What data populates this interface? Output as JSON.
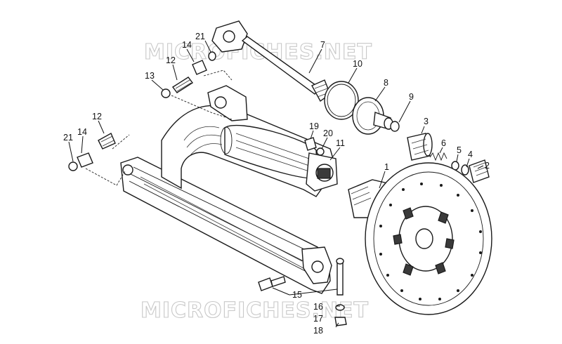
{
  "watermark": {
    "top": "MICROFICHES.NET",
    "bottom": "MICROFICHES.NET"
  },
  "callouts": [
    {
      "id": "c1",
      "label": "1"
    },
    {
      "id": "c2",
      "label": "2"
    },
    {
      "id": "c3",
      "label": "3"
    },
    {
      "id": "c4",
      "label": "4"
    },
    {
      "id": "c5",
      "label": "5"
    },
    {
      "id": "c6",
      "label": "6"
    },
    {
      "id": "c7",
      "label": "7"
    },
    {
      "id": "c8",
      "label": "8"
    },
    {
      "id": "c9",
      "label": "9"
    },
    {
      "id": "c10",
      "label": "10"
    },
    {
      "id": "c11",
      "label": "11"
    },
    {
      "id": "c12a",
      "label": "12"
    },
    {
      "id": "c12b",
      "label": "12"
    },
    {
      "id": "c13",
      "label": "13"
    },
    {
      "id": "c14a",
      "label": "14"
    },
    {
      "id": "c14b",
      "label": "14"
    },
    {
      "id": "c15",
      "label": "15"
    },
    {
      "id": "c16",
      "label": "16"
    },
    {
      "id": "c17",
      "label": "17"
    },
    {
      "id": "c18",
      "label": "18"
    },
    {
      "id": "c19",
      "label": "19"
    },
    {
      "id": "c20",
      "label": "20"
    },
    {
      "id": "c21a",
      "label": "21"
    },
    {
      "id": "c21b",
      "label": "21"
    }
  ]
}
